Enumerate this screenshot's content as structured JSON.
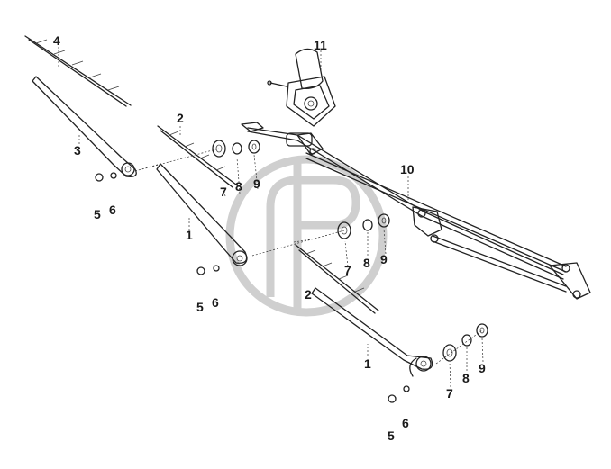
{
  "diagram": {
    "callouts": [
      {
        "id": "c4a",
        "text": "4"
      },
      {
        "id": "c11",
        "text": "11"
      },
      {
        "id": "c2a",
        "text": "2"
      },
      {
        "id": "c3",
        "text": "3"
      },
      {
        "id": "c10",
        "text": "10"
      },
      {
        "id": "c7a",
        "text": "7"
      },
      {
        "id": "c8a",
        "text": "8"
      },
      {
        "id": "c9a",
        "text": "9"
      },
      {
        "id": "c5a",
        "text": "5"
      },
      {
        "id": "c6a",
        "text": "6"
      },
      {
        "id": "c1a",
        "text": "1"
      },
      {
        "id": "c7b",
        "text": "7"
      },
      {
        "id": "c8b",
        "text": "8"
      },
      {
        "id": "c9b",
        "text": "9"
      },
      {
        "id": "c2b",
        "text": "2"
      },
      {
        "id": "c5b",
        "text": "5"
      },
      {
        "id": "c6b",
        "text": "6"
      },
      {
        "id": "c1b",
        "text": "1"
      },
      {
        "id": "c9c",
        "text": "9"
      },
      {
        "id": "c8c",
        "text": "8"
      },
      {
        "id": "c7c",
        "text": "7"
      },
      {
        "id": "c6c",
        "text": "6"
      },
      {
        "id": "c5c",
        "text": "5"
      }
    ],
    "colors": {
      "line": "#222222",
      "watermark": "#cfcfcf"
    }
  }
}
